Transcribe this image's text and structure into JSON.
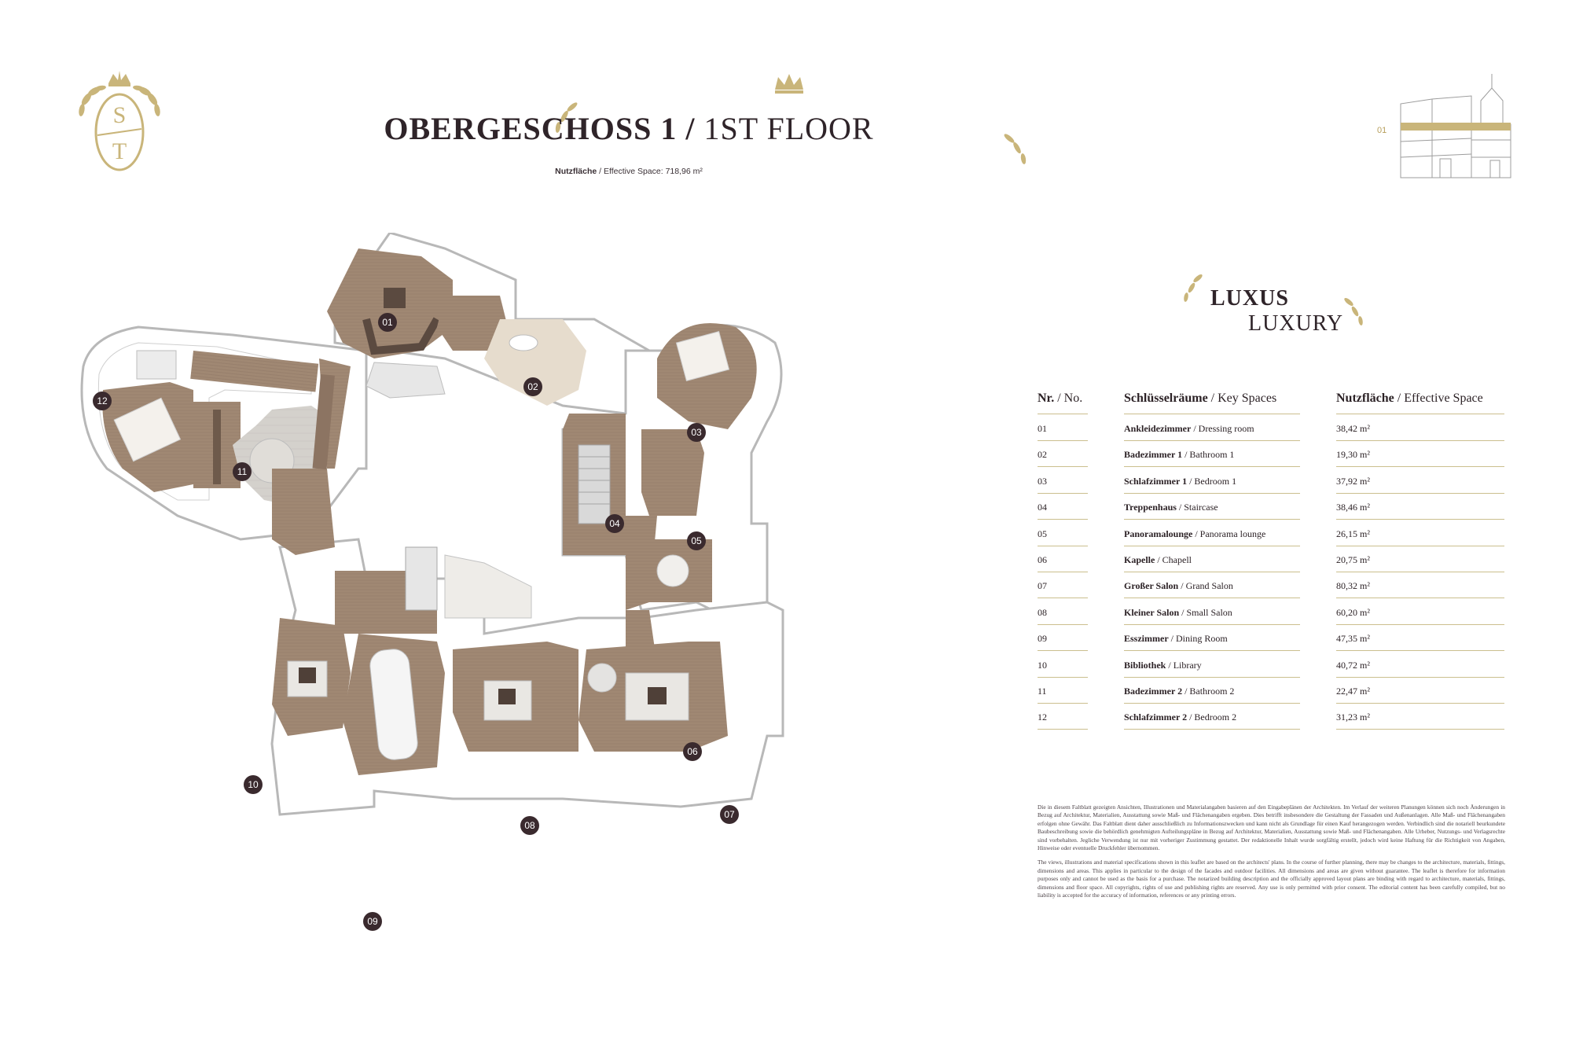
{
  "header": {
    "title_bold": "OBERGESCHOSS 1 /",
    "title_light": "1ST FLOOR",
    "subtitle_bold": "Nutzfläche",
    "subtitle_rest": " / Effective Space: 718,96 m²"
  },
  "logo": {
    "letters_top": "S",
    "letters_bottom": "T"
  },
  "section_heading": {
    "line1": "LUXUS",
    "line2": "LUXURY"
  },
  "floor_indicator": {
    "label": "01"
  },
  "colors": {
    "gold": "#c9b57a",
    "wood": "#a08873",
    "dark": "#2c2226",
    "badge": "#3a2a2e"
  },
  "table": {
    "headers": {
      "nr_bold": "Nr.",
      "nr_rest": " / No.",
      "spaces_bold": "Schlüsselräume",
      "spaces_rest": " / Key Spaces",
      "area_bold": "Nutzfläche",
      "area_rest": " / Effective Space"
    },
    "rows": [
      {
        "nr": "01",
        "de": "Ankleidezimmer",
        "en": " / Dressing room",
        "area": "38,42 m²"
      },
      {
        "nr": "02",
        "de": "Badezimmer 1",
        "en": " / Bathroom 1",
        "area": "19,30 m²"
      },
      {
        "nr": "03",
        "de": "Schlafzimmer 1",
        "en": " / Bedroom 1",
        "area": "37,92 m²"
      },
      {
        "nr": "04",
        "de": "Treppenhaus",
        "en": " / Staircase",
        "area": "38,46 m²"
      },
      {
        "nr": "05",
        "de": "Panoramalounge",
        "en": " / Panorama lounge",
        "area": "26,15 m²"
      },
      {
        "nr": "06",
        "de": "Kapelle",
        "en": " / Chapell",
        "area": "20,75 m²"
      },
      {
        "nr": "07",
        "de": "Großer Salon",
        "en": "  / Grand Salon",
        "area": "80,32 m²"
      },
      {
        "nr": "08",
        "de": "Kleiner Salon",
        "en": " / Small Salon",
        "area": "60,20 m²"
      },
      {
        "nr": "09",
        "de": "Esszimmer",
        "en": " / Dining Room",
        "area": "47,35 m²"
      },
      {
        "nr": "10",
        "de": "Bibliothek",
        "en": " / Library",
        "area": "40,72 m²"
      },
      {
        "nr": "11",
        "de": "Badezimmer 2",
        "en": " / Bathroom 2",
        "area": "22,47 m²"
      },
      {
        "nr": "12",
        "de": "Schlafzimmer 2",
        "en": " / Bedroom 2",
        "area": "31,23 m²"
      }
    ]
  },
  "disclaimer": {
    "de": "Die in diesem Faltblatt gezeigten Ansichten, Illustrationen und Materialangaben basieren auf den Eingabeplänen der Architekten. Im Verlauf der weiteren Planungen können sich noch Änderungen in Bezug auf Architektur, Materialien, Ausstattung sowie Maß- und Flächenangaben ergeben. Dies betrifft insbesondere die Gestaltung der Fassaden und Außenanlagen. Alle Maß- und Flächenangaben erfolgen ohne Gewähr. Das Faltblatt dient daher ausschließlich zu Informationszwecken und kann nicht als Grundlage für einen Kauf herangezogen werden. Verbindlich sind die notariell beurkundete Baubeschreibung sowie die behördlich genehmigten Aufteilungspläne in Bezug auf Architektur, Materialien, Ausstattung sowie Maß- und Flächenangaben. Alle Urheber, Nutzungs- und Verlagsrechte sind vorbehalten. Jegliche Verwendung ist nur mit vorheriger Zustimmung gestattet. Der redaktionelle Inhalt wurde sorgfältig erstellt, jedoch wird keine Haftung für die Richtigkeit von Angaben, Hinweise oder eventuelle Druckfehler übernommen.",
    "en": "The views, illustrations and material specifications shown in this leaflet are based on the architects' plans. In the course of further planning, there may be changes to the architecture, materials, fittings, dimensions and areas. This applies in particular to the design of the facades and outdoor facilities. All dimensions and areas are given without guarantee. The leaflet is therefore for information purposes only and cannot be used as the basis for a purchase. The notarized building description and the officially approved layout plans are binding with regard to architecture, materials, fittings, dimensions and floor space. All copyrights, rights of use and publishing rights are reserved. Any use is only permitted with prior consent. The editorial content has been carefully compiled, but no liability is accepted for the accuracy of information, references or any printing errors."
  },
  "plan_labels": {
    "r01": "01",
    "r02": "02",
    "r03": "03",
    "r04": "04",
    "r05": "05",
    "r06": "06",
    "r07": "07",
    "r08": "08",
    "r09": "09",
    "r10": "10",
    "r11": "11",
    "r12": "12"
  }
}
